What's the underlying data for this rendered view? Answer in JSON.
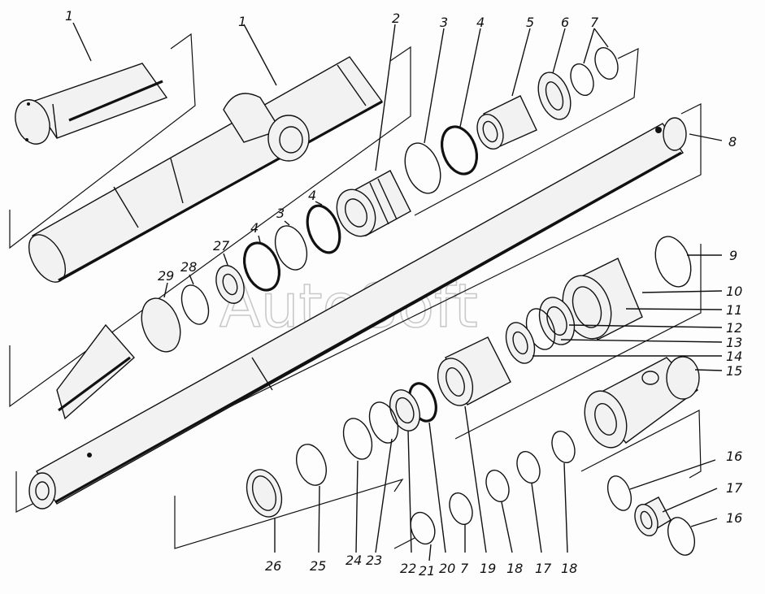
{
  "watermark": "AutoSoft",
  "labels": {
    "l1a": "1",
    "l1b": "1",
    "l2": "2",
    "l3a": "3",
    "l4a": "4",
    "l5": "5",
    "l6": "6",
    "l7a": "7",
    "l8": "8",
    "l4b": "4",
    "l3b": "3",
    "l4c": "4",
    "l27": "27",
    "l28": "28",
    "l29": "29",
    "l9": "9",
    "l10": "10",
    "l11": "11",
    "l12": "12",
    "l13": "13",
    "l14": "14",
    "l15": "15",
    "l16a": "16",
    "l17a": "17",
    "l16b": "16",
    "l26": "26",
    "l25": "25",
    "l24": "24",
    "l23": "23",
    "l22": "22",
    "l21": "21",
    "l20": "20",
    "l7b": "7",
    "l19": "19",
    "l18a": "18",
    "l17b": "17",
    "l18b": "18"
  }
}
